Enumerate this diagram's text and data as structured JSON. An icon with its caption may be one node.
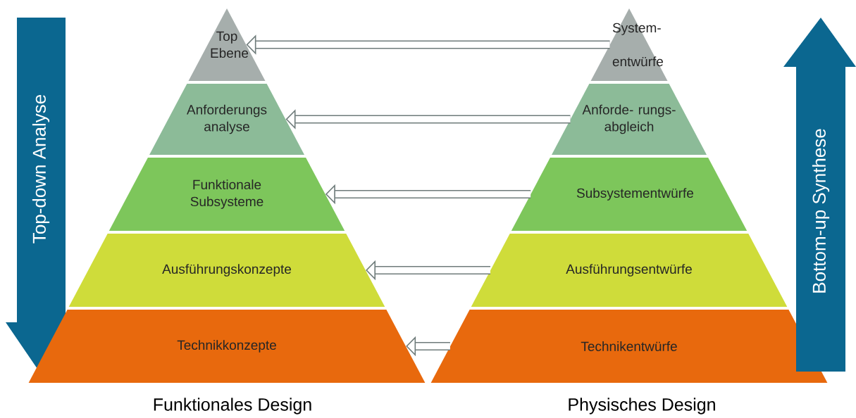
{
  "diagram": {
    "nodes": [
      {
        "text": [
          "Top-down Analyse"
        ]
      },
      {
        "text": [
          "Top Ebene"
        ]
      },
      {
        "text": [
          "Anforderungs analyse"
        ]
      },
      {
        "text": [
          "Funktionale Subsysteme"
        ]
      },
      {
        "text": [
          "Ausführungskonzepte"
        ]
      },
      {
        "text": [
          "Technikkonzepte"
        ]
      },
      {
        "text": [
          "System- entwürfe"
        ]
      },
      {
        "text": [
          "Anforde- rungs- abgleich"
        ]
      },
      {
        "text": [
          "Subsystementwürfe"
        ]
      },
      {
        "text": [
          "Ausführungsentwürfe"
        ]
      },
      {
        "text": [
          "Technikentwürfe"
        ]
      },
      {
        "text": [
          "Bottom-up Synthese"
        ]
      }
    ],
    "edges": [
      {
        "from": 6,
        "to": 1,
        "arrow": "to"
      },
      {
        "from": 7,
        "to": 2,
        "arrow": "to"
      },
      {
        "from": 8,
        "to": 3,
        "arrow": "to"
      },
      {
        "from": 9,
        "to": 4,
        "arrow": "to"
      },
      {
        "from": 10,
        "to": 5,
        "arrow": "to"
      }
    ],
    "labels": [
      "Funktionales Design",
      "Physisches Design"
    ]
  }
}
